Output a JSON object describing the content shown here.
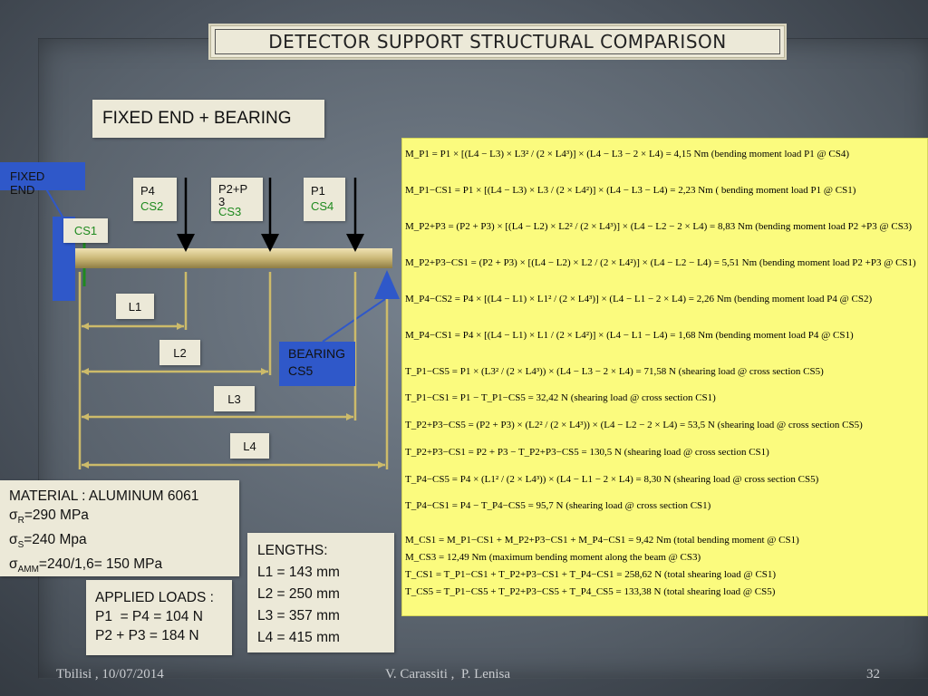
{
  "title": "DETECTOR SUPPORT STRUCTURAL COMPARISON",
  "subtitle": "FIXED END + BEARING",
  "diagram": {
    "fixed_end_label": "FIXED END",
    "cs1_label": "CS1",
    "loads": [
      {
        "name": "P4",
        "section": "CS2"
      },
      {
        "name": "P2+P3",
        "section": "CS3"
      },
      {
        "name": "P1",
        "section": "CS4"
      }
    ],
    "lengths": [
      "L1",
      "L2",
      "L3",
      "L4"
    ],
    "bearing_label": "BEARING CS5"
  },
  "material": {
    "title": "MATERIAL : ALUMINUM 6061",
    "sigma_r": "=290 MPa",
    "sigma_s": "=240 Mpa",
    "sigma_amm": "=240/1,6= 150 MPa"
  },
  "applied_loads": {
    "title": "APPLIED LOADS :",
    "line1": "P1  = P4 = 104 N",
    "line2": "P2 + P3 = 184 N"
  },
  "lengths_box": {
    "title": "LENGTHS:",
    "l1": "L1 = 143 mm",
    "l2": "L2 = 250 mm",
    "l3": "L3 = 357 mm",
    "l4": "L4 = 415 mm"
  },
  "formulas": [
    "M_P1 = P1 × [(L4 − L3) × L3² / (2 × L4³)] × (L4 − L3 − 2 × L4) = 4,15 Nm   (bending moment load P1 @ CS4)",
    "M_P1−CS1 = P1 × [(L4 − L3) × L3 / (2 × L4²)] × (L4 − L3 − L4) = 2,23 Nm  ( bending moment load P1 @ CS1)",
    "M_P2+P3 = (P2 + P3) × [(L4 − L2) × L2² / (2 × L4³)] × (L4 − L2 − 2 × L4) = 8,83 Nm   (bending moment load P2 +P3 @ CS3)",
    "M_P2+P3−CS1 = (P2 + P3) × [(L4 − L2) × L2 / (2 × L4²)] × (L4 − L2 − L4) = 5,51 Nm  (bending moment load P2 +P3 @ CS1)",
    "M_P4−CS2 = P4 × [(L4 − L1) × L1² / (2 × L4³)] × (L4 − L1 − 2 × L4) = 2,26 Nm   (bending moment load P4 @ CS2)",
    "M_P4−CS1 = P4 × [(L4 − L1) × L1 / (2 × L4²)] × (L4 − L1 − L4) = 1,68 Nm  (bending moment load P4 @ CS1)",
    "T_P1−CS5 = P1 × (L3² / (2 × L4³)) × (L4 − L3 − 2 × L4) = 71,58 N   (shearing load @ cross section CS5)",
    "T_P1−CS1 = P1 − T_P1−CS5 = 32,42 N  (shearing load @ cross section CS1)",
    "T_P2+P3−CS5 = (P2 + P3) × (L2² / (2 × L4³)) × (L4 − L2 − 2 × L4) = 53,5 N  (shearing load @ cross section CS5)",
    "T_P2+P3−CS1 = P2 + P3 − T_P2+P3−CS5 = 130,5 N  (shearing load @ cross section CS1)",
    "T_P4−CS5 = P4 × (L1² / (2 × L4³)) × (L4 − L1 − 2 × L4) = 8,30 N  (shearing load @ cross section CS5)",
    "T_P4−CS1 = P4 − T_P4−CS5 = 95,7 N  (shearing load @ cross section CS1)",
    "M_CS1 = M_P1−CS1 + M_P2+P3−CS1 + M_P4−CS1 = 9,42 Nm   (total bending moment @ CS1)",
    "M_CS3 = 12,49 Nm (maximum bending moment along the beam @ CS3)",
    "T_CS1 = T_P1−CS1 + T_P2+P3−CS1 + T_P4−CS1 = 258,62 N  (total shearing load @ CS1)",
    "T_CS5 = T_P1−CS5 + T_P2+P3−CS5 + T_P4_CS5 = 133,38 N  (total shearing load @ CS5)"
  ],
  "footer": {
    "left": "Tbilisi , 10/07/2014",
    "center": "V. Carassiti ,  P. Lenisa",
    "right": "32"
  },
  "colors": {
    "beam": "#d4c38a",
    "dimension_lines": "#cdbb6a",
    "blue": "#2f58c9",
    "formula_bg": "#fbfb7e",
    "cs_text": "#1f8a1f"
  }
}
